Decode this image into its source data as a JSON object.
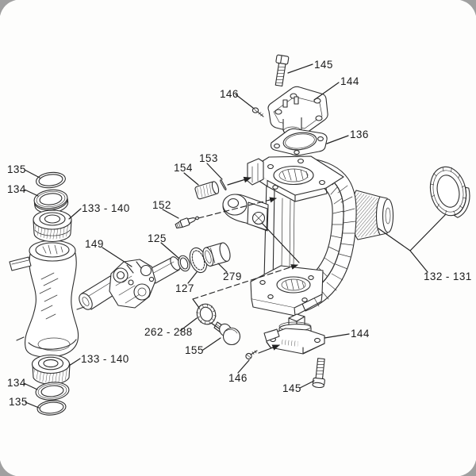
{
  "figure": {
    "type": "exploded_parts_diagram",
    "subject": "Steering knuckle and axle swivel housing assembly",
    "ink_color": "#2e2e2e",
    "background_color": "#fdfdfc",
    "callouts": [
      {
        "part": "hex-bolt-top",
        "text": "145"
      },
      {
        "part": "bearing-cap-top",
        "text": "144"
      },
      {
        "part": "screw-top",
        "text": "146"
      },
      {
        "part": "gasket",
        "text": "136"
      },
      {
        "part": "dowel-pin",
        "text": "153"
      },
      {
        "part": "small-bushing",
        "text": "154"
      },
      {
        "part": "grease-fitting",
        "text": "152"
      },
      {
        "part": "retaining-ring-top",
        "text": "135"
      },
      {
        "part": "seal-ring-top",
        "text": "134"
      },
      {
        "part": "bearing-top",
        "text": "133 - 140"
      },
      {
        "part": "universal-joint",
        "text": "149"
      },
      {
        "part": "snap-ring",
        "text": "125"
      },
      {
        "part": "serrated-ring",
        "text": "127"
      },
      {
        "part": "bushing",
        "text": "279"
      },
      {
        "part": "ring-nut-and-washer",
        "text": "132 - 131"
      },
      {
        "part": "seal-group",
        "text": "262 - 288"
      },
      {
        "part": "plug",
        "text": "155"
      },
      {
        "part": "screw-bottom",
        "text": "146"
      },
      {
        "part": "hex-bolt-bottom",
        "text": "145"
      },
      {
        "part": "bearing-cap-bottom",
        "text": "144"
      },
      {
        "part": "bearing-bottom",
        "text": "133 - 140"
      },
      {
        "part": "seal-ring-bottom",
        "text": "134"
      },
      {
        "part": "retaining-ring-bottom",
        "text": "135"
      }
    ]
  }
}
